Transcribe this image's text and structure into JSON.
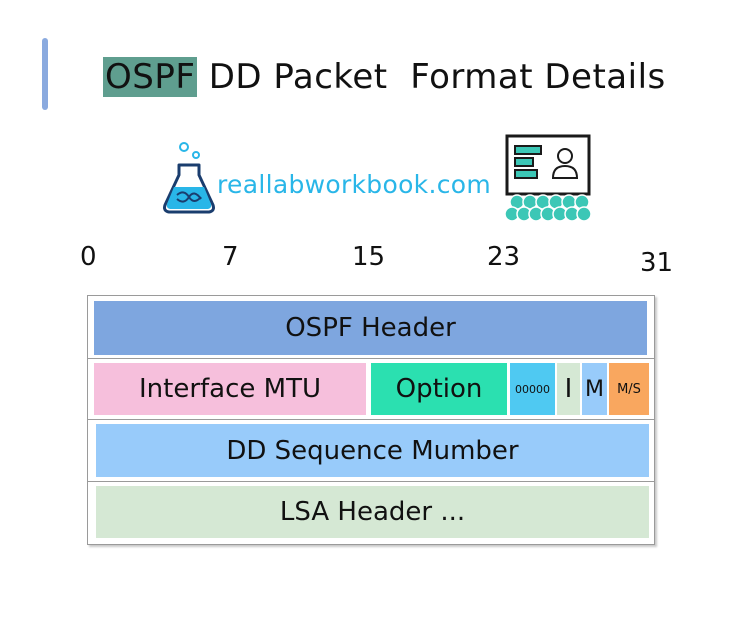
{
  "title": {
    "highlight": "OSPF",
    "rest": "DD Packet  Format Details"
  },
  "logo": {
    "text": "reallabworkbook.com"
  },
  "bit_labels": [
    "0",
    "7",
    "15",
    "23",
    "31"
  ],
  "rows": {
    "header": "OSPF Header",
    "mtu": "Interface MTU",
    "option": "Option",
    "zeros": "00000",
    "i_flag": "I",
    "m_flag": "M",
    "ms_flag": "M/S",
    "sequence": "DD Sequence Mumber",
    "lsa": "LSA Header ..."
  },
  "colors": {
    "title_highlight": "#5f9e8f",
    "accent_bar": "#8aaadf",
    "logo_text": "#29b6e8",
    "ospf_header": "#7ea6df",
    "interface_mtu": "#f6bfdc",
    "option": "#2be0b0",
    "zeros": "#4fc9f2",
    "i_flag": "#d5e8d4",
    "m_flag": "#98cbfa",
    "ms_flag": "#f9a75f",
    "dd_sequence": "#98cbfa",
    "lsa_header": "#d5e8d4"
  }
}
